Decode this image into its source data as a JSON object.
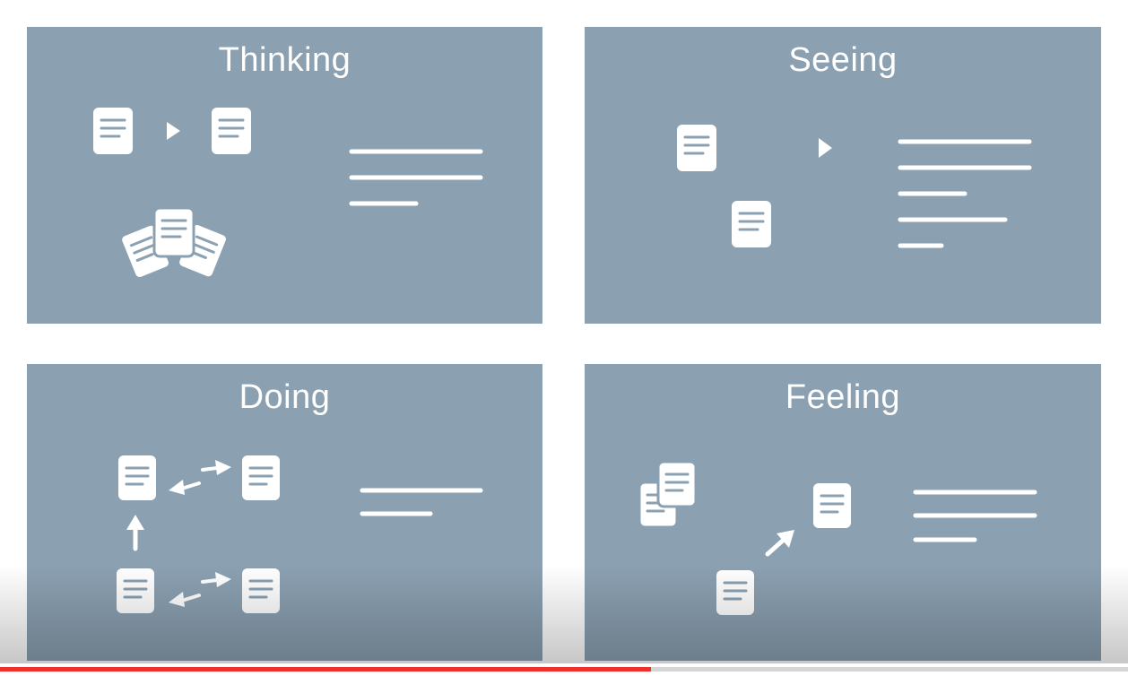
{
  "panels": {
    "thinking": {
      "title": "Thinking"
    },
    "seeing": {
      "title": "Seeing"
    },
    "doing": {
      "title": "Doing"
    },
    "feeling": {
      "title": "Feeling"
    }
  },
  "video": {
    "progress_fraction": 0.577
  },
  "colors": {
    "panel": "#8ba0b1",
    "foreground": "#ffffff",
    "progress": "#f0302d"
  }
}
